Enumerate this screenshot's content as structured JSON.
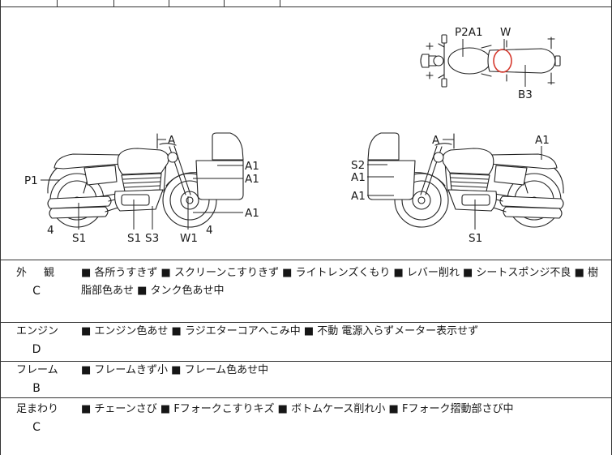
{
  "diagram": {
    "highlight_color": "#d63a2f",
    "top_view": {
      "labels": [
        "P2A1",
        "W",
        "B3"
      ]
    },
    "left_view": {
      "labels": [
        "A",
        "A1",
        "A1",
        "A1",
        "P1",
        "4",
        "S1",
        "S1",
        "S3",
        "W1",
        "4"
      ]
    },
    "right_view": {
      "labels": [
        "A",
        "A1",
        "S2",
        "A1",
        "A1",
        "S1"
      ]
    }
  },
  "conditions": [
    {
      "category": "外　観",
      "grade": "C",
      "lines": [
        "■ 各所うすきず ■ スクリーンこすりきず ■ ライトレンズくもり ■ レバー削れ ■ シートスポンジ不良 ■ 樹",
        "脂部色あせ ■ タンク色あせ中"
      ]
    },
    {
      "category": "エンジン",
      "grade": "D",
      "lines": [
        "■ エンジン色あせ ■ ラジエターコアへこみ中 ■ 不動 電源入らずメーター表示せず"
      ]
    },
    {
      "category": "フレーム",
      "grade": "B",
      "lines": [
        "■ フレームきず小 ■ フレーム色あせ中"
      ]
    },
    {
      "category": "足まわり",
      "grade": "C",
      "lines": [
        "■ チェーンさび ■ Fフォークこすりキズ ■ ボトムケース削れ小 ■ Fフォーク摺動部さび中"
      ]
    }
  ]
}
